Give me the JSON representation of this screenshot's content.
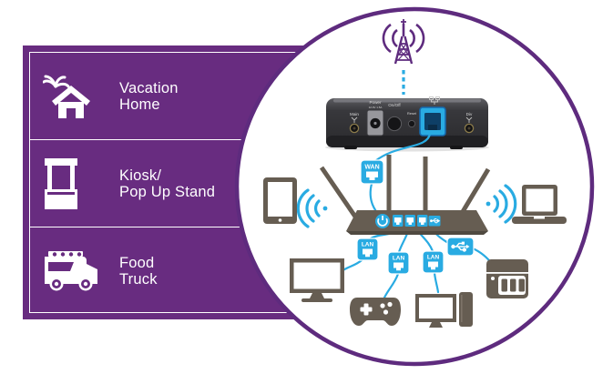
{
  "sidebar": {
    "items": [
      {
        "icon": "vacation-home-icon",
        "lines": [
          "Vacation",
          "Home"
        ]
      },
      {
        "icon": "kiosk-icon",
        "lines": [
          "Kiosk/",
          "Pop Up Stand"
        ]
      },
      {
        "icon": "food-truck-icon",
        "lines": [
          "Food",
          "Truck"
        ]
      }
    ]
  },
  "network": {
    "wan_label": "WAN",
    "lan_labels": [
      "LAN",
      "LAN",
      "LAN"
    ],
    "modem": {
      "main": "Main",
      "power": "Power",
      "power_rating": "12.0V 1.5A",
      "onoff": "On/Off",
      "reset": "Reset",
      "div": "Div"
    },
    "icons": [
      "cell-tower-icon",
      "modem-gateway",
      "wifi-router",
      "usb-icon",
      "tablet-icon",
      "laptop-icon",
      "tv-monitor-icon",
      "game-controller-icon",
      "desktop-pc-icon",
      "nas-storage-icon",
      "wifi-waves-icon"
    ]
  },
  "colors": {
    "panel_purple": "#682c80",
    "circle_purple": "#5e2b7e",
    "accent_blue": "#29abe2",
    "device_taupe": "#665d52"
  }
}
